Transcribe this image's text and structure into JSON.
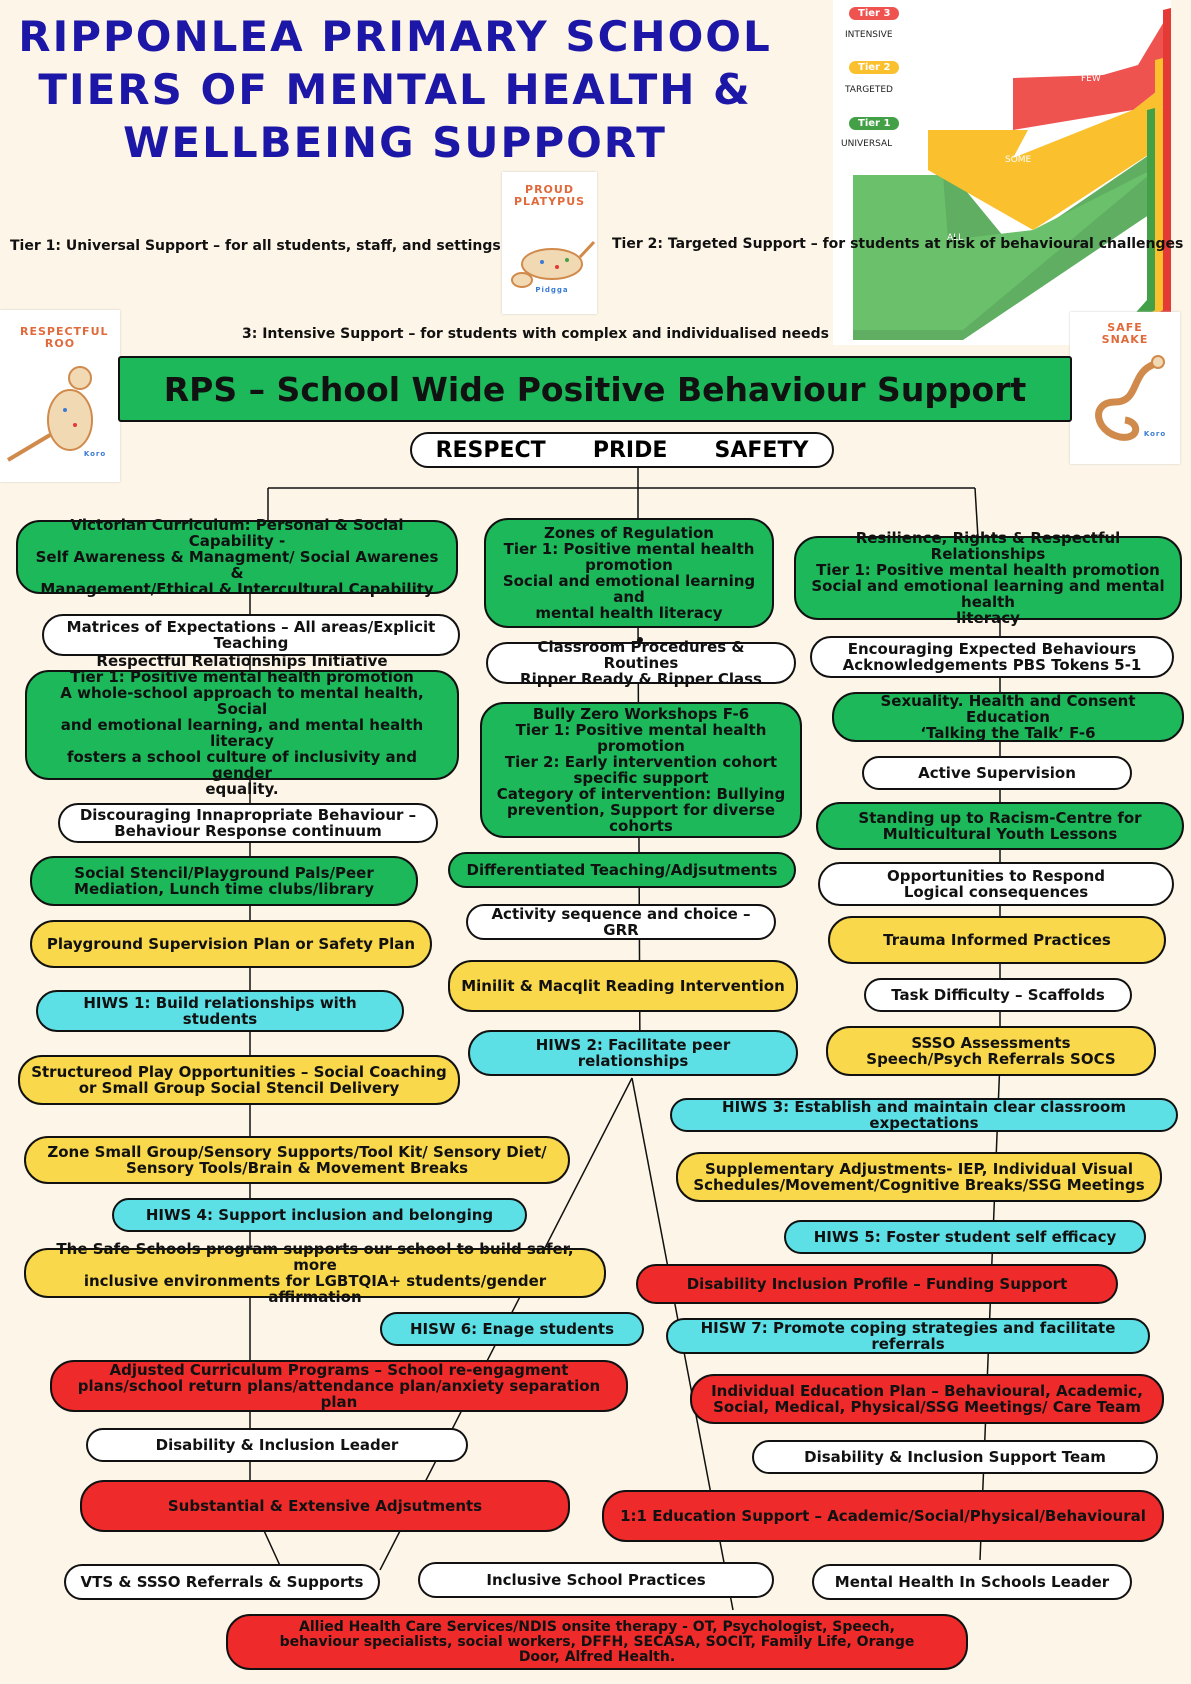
{
  "header": {
    "title_lines": [
      "RIPPONLEA PRIMARY SCHOOL",
      "TIERS OF MENTAL HEALTH &",
      "WELLBEING SUPPORT"
    ],
    "tier1_caption": "Tier 1: Universal Support – for all students, staff, and settings",
    "tier2_caption": "Tier 2: Targeted Support – for students at risk of behavioural challenges",
    "tier3_caption": "3: Intensive Support – for students with complex and individualised needs"
  },
  "pyramid": {
    "tiers": [
      {
        "badge": "Tier 3",
        "level": "INTENSIVE",
        "reach": "FEW",
        "color": "#ef5350"
      },
      {
        "badge": "Tier 2",
        "level": "TARGETED",
        "reach": "SOME",
        "color": "#fbc02d"
      },
      {
        "badge": "Tier 1",
        "level": "UNIVERSAL",
        "reach": "ALL",
        "color": "#43a047"
      }
    ]
  },
  "mascots": {
    "platypus": {
      "title": "PROUD PLATYPUS",
      "tag": "Pidgga"
    },
    "roo": {
      "title": "RESPECTFUL ROO",
      "tag": "Koro"
    },
    "snake": {
      "title": "SAFE SNAKE",
      "tag": "Koro"
    }
  },
  "rps": {
    "title": "RPS – School Wide Positive Behaviour Support",
    "values": [
      "RESPECT",
      "PRIDE",
      "SAFETY"
    ]
  },
  "left_column": [
    "Victorian Curriculum: Personal & Social Capability -\nSelf Awareness & Managment/ Social Awarenes &\nManagement/Ethical & Intercultural Capability",
    "Matrices of  Expectations – All areas/Explicit\nTeaching",
    "Respectful Relationships Initiative\nTier 1: Positive mental health promotion\nA whole-school approach to mental health, Social\nand emotional learning, and mental health literacy\nfosters a school culture of inclusivity and gender\nequality.",
    "Discouraging Innapropriate Behaviour –\nBehaviour Response continuum",
    "Social Stencil/Playground Pals/Peer\nMediation, Lunch time clubs/library",
    "Playground Supervision Plan or Safety Plan",
    "HIWS 1: Build relationships with students",
    "Structureod Play Opportunities – Social Coaching\nor Small Group Social Stencil Delivery",
    "Zone Small Group/Sensory Supports/Tool Kit/ Sensory Diet/\nSensory Tools/Brain & Movement Breaks",
    "HIWS 4: Support inclusion and belonging",
    "The Safe Schools program supports our school to build safer, more\ninclusive environments for LGBTQIA+ students/gender affirmation",
    "HISW 6: Enage students",
    "Adjusted Curriculum Programs – School re-engagment\nplans/school return plans/attendance plan/anxiety separation plan",
    "Disability & Inclusion Leader",
    "Substantial & Extensive Adjsutments",
    "VTS & SSSO Referrals & Supports"
  ],
  "middle_column": [
    "Zones of Regulation\nTier 1: Positive mental health\npromotion\nSocial and emotional learning and\nmental health literacy",
    "Classroom Procedures & Routines\nRipper Ready & Ripper Class",
    "Bully Zero Workshops F-6\nTier 1: Positive mental health promotion\nTier 2: Early intervention cohort\nspecific support\nCategory of intervention: Bullying\nprevention, Support for diverse cohorts",
    "Differentiated Teaching/Adjsutments",
    "Activity sequence and choice – GRR",
    "Minilit & Macqlit Reading Intervention",
    "HIWS 2: Facilitate peer relationships",
    "Inclusive School Practices"
  ],
  "right_column": [
    "Resilience, Rights & Respectful Relationships\nTier 1: Positive mental health promotion\nSocial and emotional learning and mental health\nliteracy",
    "Encouraging Expected Behaviours\nAcknowledgements PBS Tokens 5-1",
    "Sexuality. Health and Consent Education\n‘Talking the Talk’ F-6",
    "Active Supervision",
    "Standing up to Racism-Centre for\nMulticultural Youth Lessons",
    "Opportunities to Respond\nLogical consequences",
    "Trauma Informed Practices",
    "Task Difficulty – Scaffolds",
    "SSSO Assessments\nSpeech/Psych Referrals SOCS",
    "HIWS 3: Establish and maintain clear classroom expectations",
    "Supplementary Adjustments- IEP, Individual Visual\nSchedules/Movement/Cognitive Breaks/SSG Meetings",
    "HIWS 5: Foster student self efficacy",
    "Disability Inclusion Profile – Funding Support",
    "HISW 7: Promote coping strategies and facilitate referrals",
    "Individual Education Plan – Behavioural, Academic,\nSocial, Medical, Physical/SSG Meetings/ Care Team",
    "Disability & Inclusion Support Team",
    "1:1 Education Support – Academic/Social/Physical/Behavioural",
    "Mental Health In Schools Leader"
  ],
  "bottom": "Allied Health Care Services/NDIS onsite therapy   - OT, Psychologist, Speech,\nbehaviour specialists, social workers, DFFH, SECASA, SOCIT,  Family Life, Orange\nDoor, Alfred Health."
}
